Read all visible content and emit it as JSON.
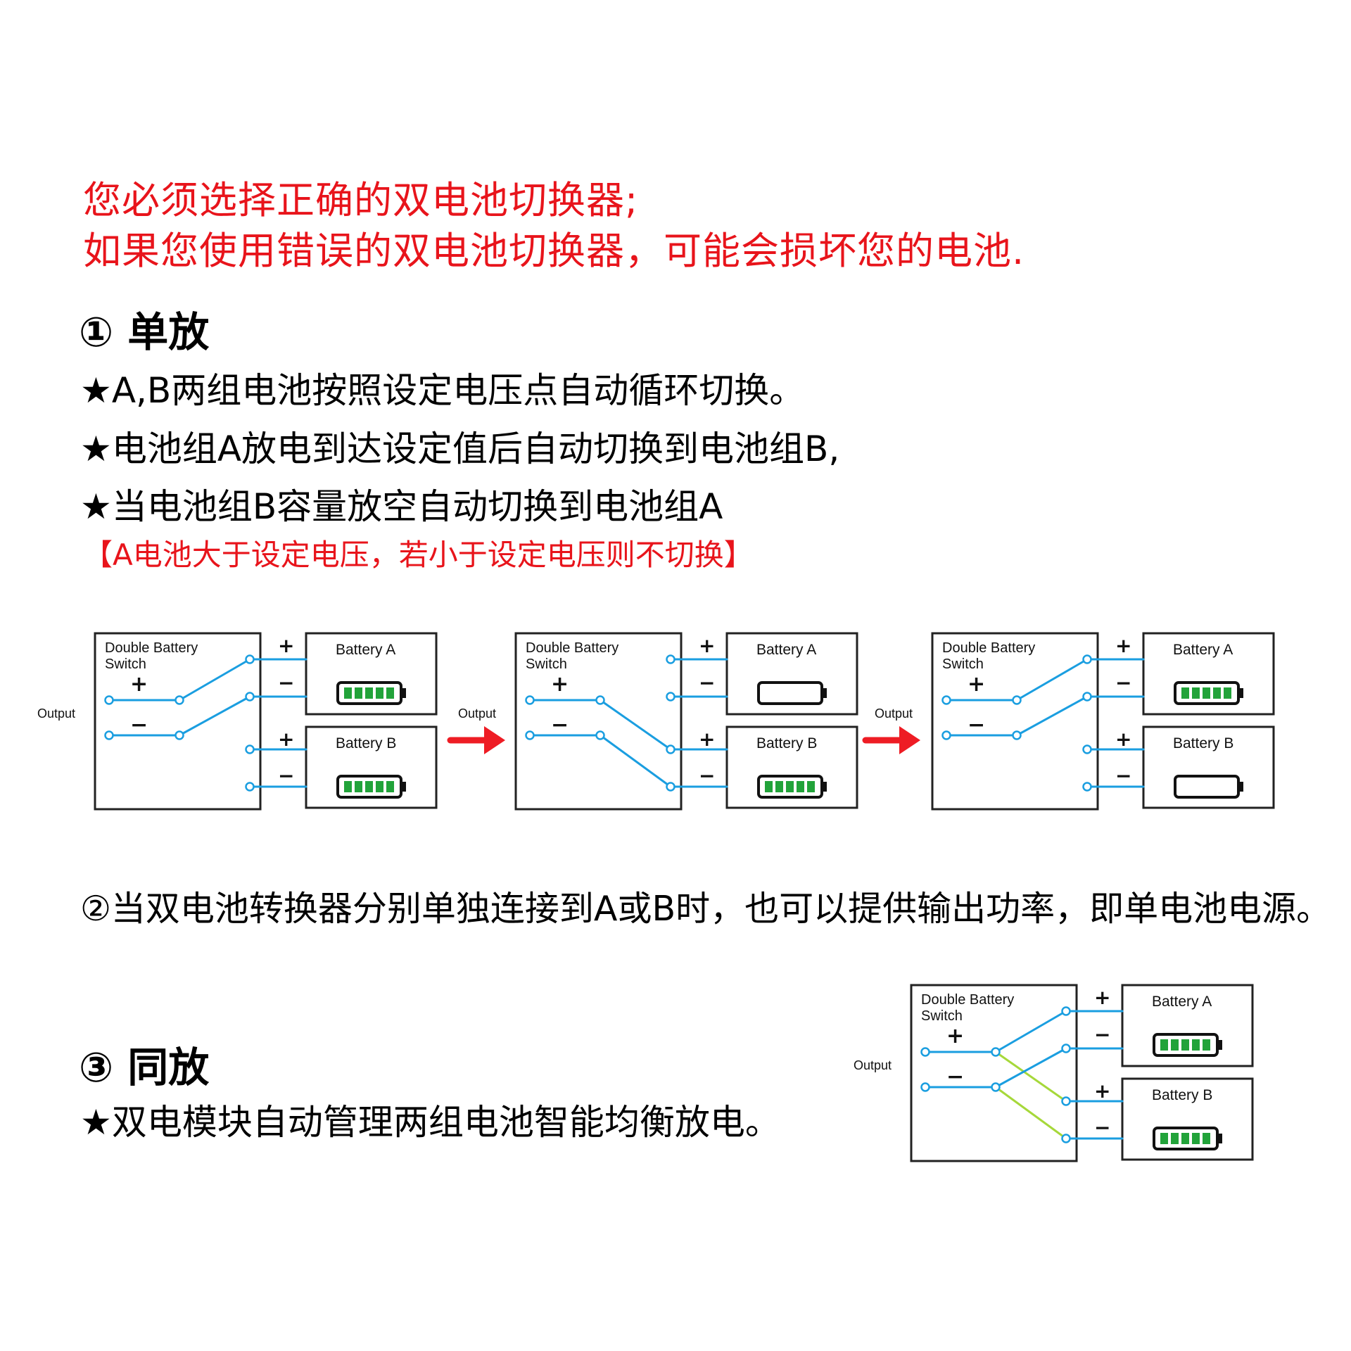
{
  "warning": {
    "line1": "您必须选择正确的双电池切换器;",
    "line2": "如果您使用错误的双电池切换器，可能会损坏您的电池."
  },
  "section1": {
    "title": "① 单放",
    "bullets": [
      "★A,B两组电池按照设定电压点自动循环切换。",
      "★电池组A放电到达设定值后自动切换到电池组B,",
      "★当电池组B容量放空自动切换到电池组A"
    ],
    "note": "【A电池大于设定电压，若小于设定电压则不切换】"
  },
  "section2": {
    "text": "②当双电池转换器分别单独连接到A或B时，也可以提供输出功率，即单电池电源。"
  },
  "section3": {
    "title": "③ 同放",
    "bullet": "★双电模块自动管理两组电池智能均衡放电。"
  },
  "diagram": {
    "switch_label_1": "Double  Battery",
    "switch_label_2": "Switch",
    "output_label": "Output",
    "battery_a": "Battery A",
    "battery_b": "Battery B",
    "plus": "+",
    "minus": "−"
  },
  "colors": {
    "warning_red": "#e8141b",
    "wire_blue": "#1a9ee0",
    "wire_green": "#a6d83a",
    "battery_cell_green": "#22a33a",
    "arrow_red": "#ee1c24"
  }
}
